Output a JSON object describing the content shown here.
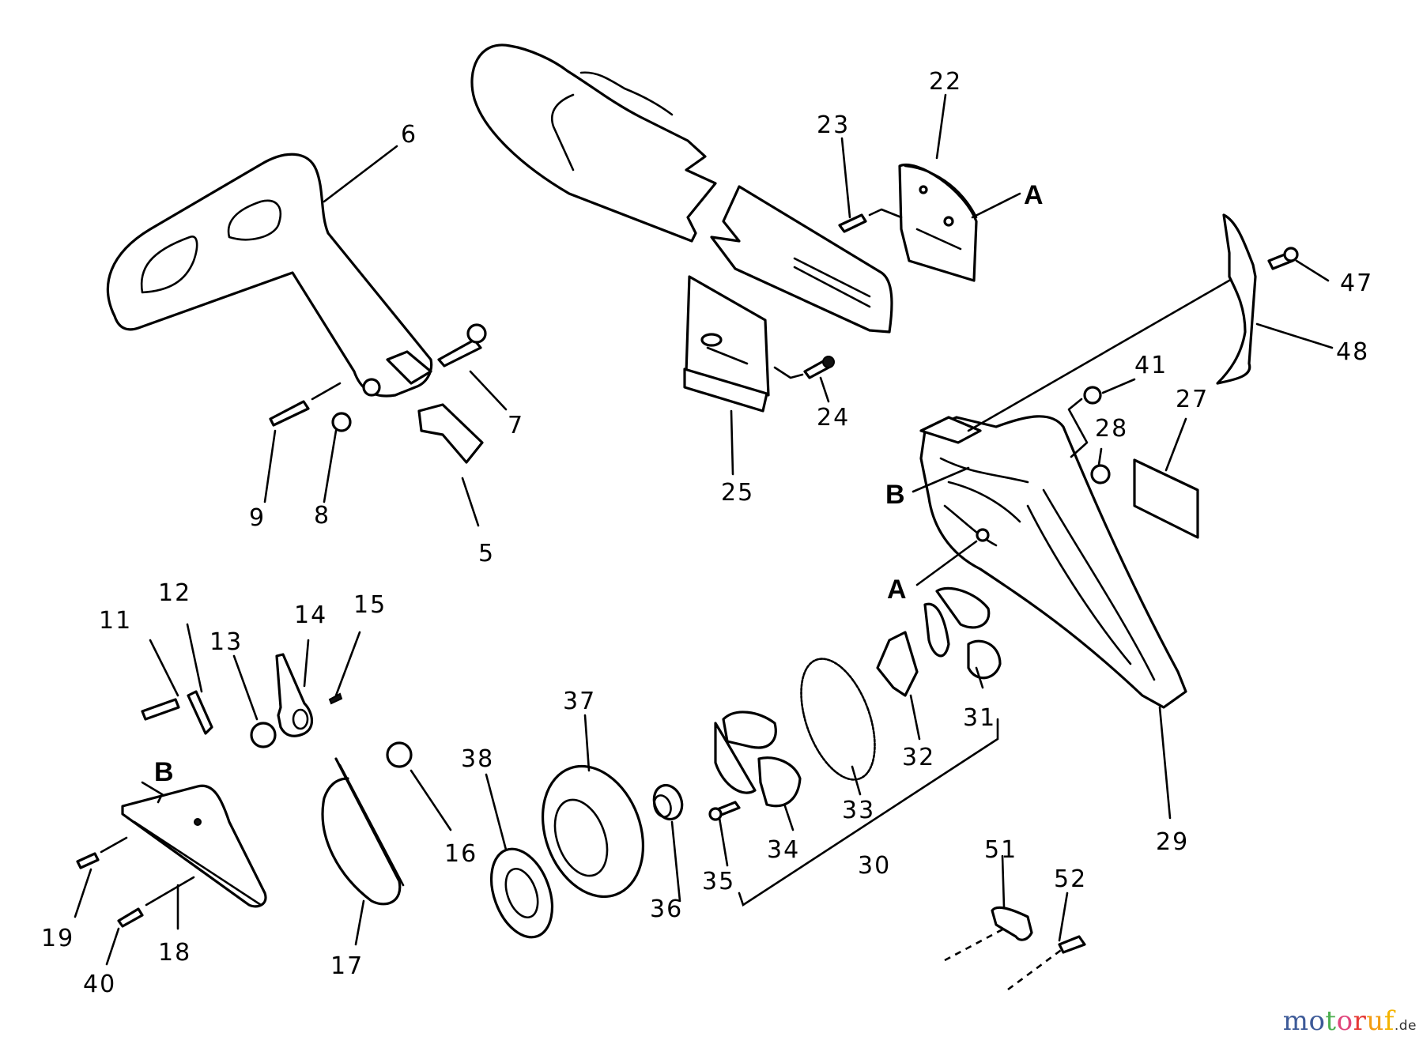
{
  "title": "Chainsaw clutch / chain brake exploded parts diagram",
  "parts": [
    {
      "id": "p5",
      "label": "5"
    },
    {
      "id": "p6",
      "label": "6"
    },
    {
      "id": "p7",
      "label": "7"
    },
    {
      "id": "p8",
      "label": "8"
    },
    {
      "id": "p9",
      "label": "9"
    },
    {
      "id": "p11",
      "label": "11"
    },
    {
      "id": "p12",
      "label": "12"
    },
    {
      "id": "p13",
      "label": "13"
    },
    {
      "id": "p14",
      "label": "14"
    },
    {
      "id": "p15",
      "label": "15"
    },
    {
      "id": "p16",
      "label": "16"
    },
    {
      "id": "p17",
      "label": "17"
    },
    {
      "id": "p18",
      "label": "18"
    },
    {
      "id": "p19",
      "label": "19"
    },
    {
      "id": "p22",
      "label": "22"
    },
    {
      "id": "p23",
      "label": "23"
    },
    {
      "id": "p24",
      "label": "24"
    },
    {
      "id": "p25",
      "label": "25"
    },
    {
      "id": "p27",
      "label": "27"
    },
    {
      "id": "p28",
      "label": "28"
    },
    {
      "id": "p29",
      "label": "29"
    },
    {
      "id": "p30",
      "label": "30"
    },
    {
      "id": "p31",
      "label": "31"
    },
    {
      "id": "p32",
      "label": "32"
    },
    {
      "id": "p33",
      "label": "33"
    },
    {
      "id": "p34",
      "label": "34"
    },
    {
      "id": "p35",
      "label": "35"
    },
    {
      "id": "p36",
      "label": "36"
    },
    {
      "id": "p37",
      "label": "37"
    },
    {
      "id": "p38",
      "label": "38"
    },
    {
      "id": "p40",
      "label": "40"
    },
    {
      "id": "p41",
      "label": "41"
    },
    {
      "id": "p47",
      "label": "47"
    },
    {
      "id": "p48",
      "label": "48"
    },
    {
      "id": "p51",
      "label": "51"
    },
    {
      "id": "p52",
      "label": "52"
    }
  ],
  "references": {
    "a_top": "A",
    "a_case": "A",
    "b_case": "B",
    "b_cover": "B"
  },
  "watermark": {
    "letters": [
      "m",
      "o",
      "t",
      "o",
      "r",
      "u",
      "f"
    ],
    "colors": [
      "#3d5a98",
      "#3d5a98",
      "#4caf50",
      "#e0457b",
      "#e53935",
      "#f39c12",
      "#f4b400"
    ],
    "suffix": ".de"
  }
}
